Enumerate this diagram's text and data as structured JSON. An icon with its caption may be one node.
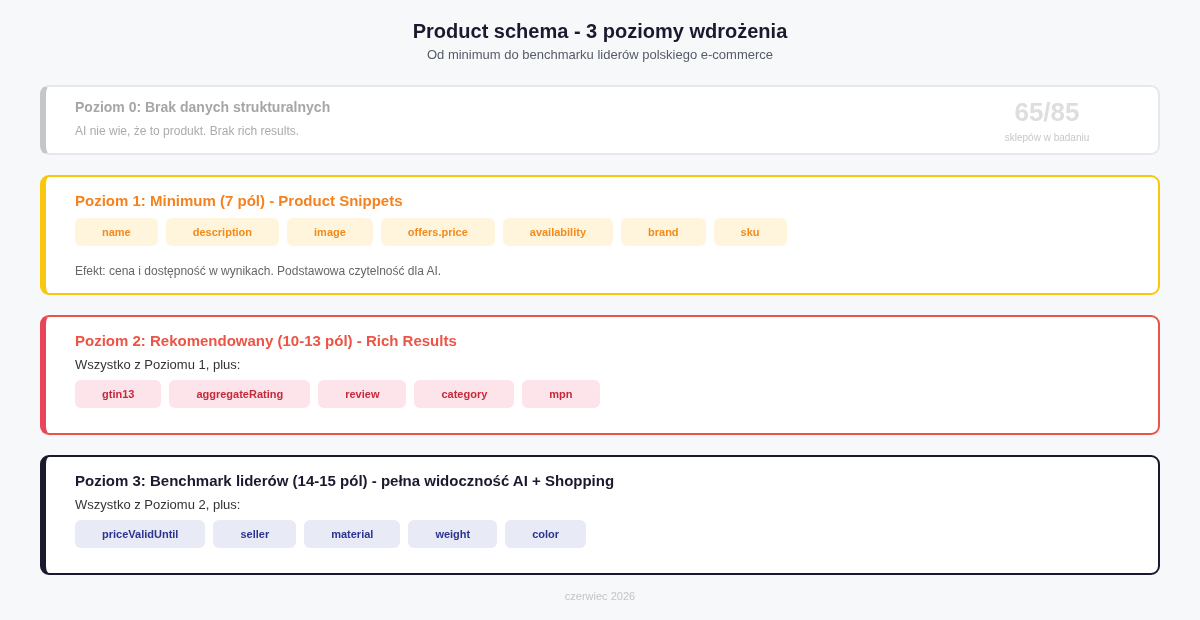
{
  "diagram": {
    "title": "Product schema - 3 poziomy wdrożenia",
    "nodes": [
      {
        "text": [
          "Poziom 0: Brak danych strukturalnych",
          "AI nie wie, że to produkt. Brak rich results.",
          "65/85",
          "sklepów w badaniu"
        ]
      },
      {
        "text": [
          "Poziom 1: Minimum (7 pól) - Product Snippets",
          "Efekt: cena i dostępność w wynikach. Podstawowa czytelność dla AI."
        ]
      },
      {
        "text": [
          "name"
        ],
        "in": 1
      },
      {
        "text": [
          "description"
        ],
        "in": 1
      },
      {
        "text": [
          "image"
        ],
        "in": 1
      },
      {
        "text": [
          "offers.price"
        ],
        "in": 1
      },
      {
        "text": [
          "availability"
        ],
        "in": 1
      },
      {
        "text": [
          "brand"
        ],
        "in": 1
      },
      {
        "text": [
          "sku"
        ],
        "in": 1
      },
      {
        "text": [
          "Poziom 2: Rekomendowany (10-13 pól) - Rich Results",
          "Wszystko z Poziomu 1, plus:"
        ]
      },
      {
        "text": [
          "gtin13"
        ],
        "in": 9
      },
      {
        "text": [
          "aggregateRating"
        ],
        "in": 9
      },
      {
        "text": [
          "review"
        ],
        "in": 9
      },
      {
        "text": [
          "category"
        ],
        "in": 9
      },
      {
        "text": [
          "mpn"
        ],
        "in": 9
      },
      {
        "text": [
          "Poziom 3: Benchmark liderów (14-15 pól) - pełna widoczność AI + Shopping",
          "Wszystko z Poziomu 2, plus:"
        ]
      },
      {
        "text": [
          "priceValidUntil"
        ],
        "in": 15
      },
      {
        "text": [
          "seller"
        ],
        "in": 15
      },
      {
        "text": [
          "material"
        ],
        "in": 15
      },
      {
        "text": [
          "weight"
        ],
        "in": 15
      },
      {
        "text": [
          "color"
        ],
        "in": 15
      }
    ],
    "labels": [
      "Od minimum do benchmarku liderów polskiego e-commerce",
      "czerwiec 2026"
    ]
  }
}
